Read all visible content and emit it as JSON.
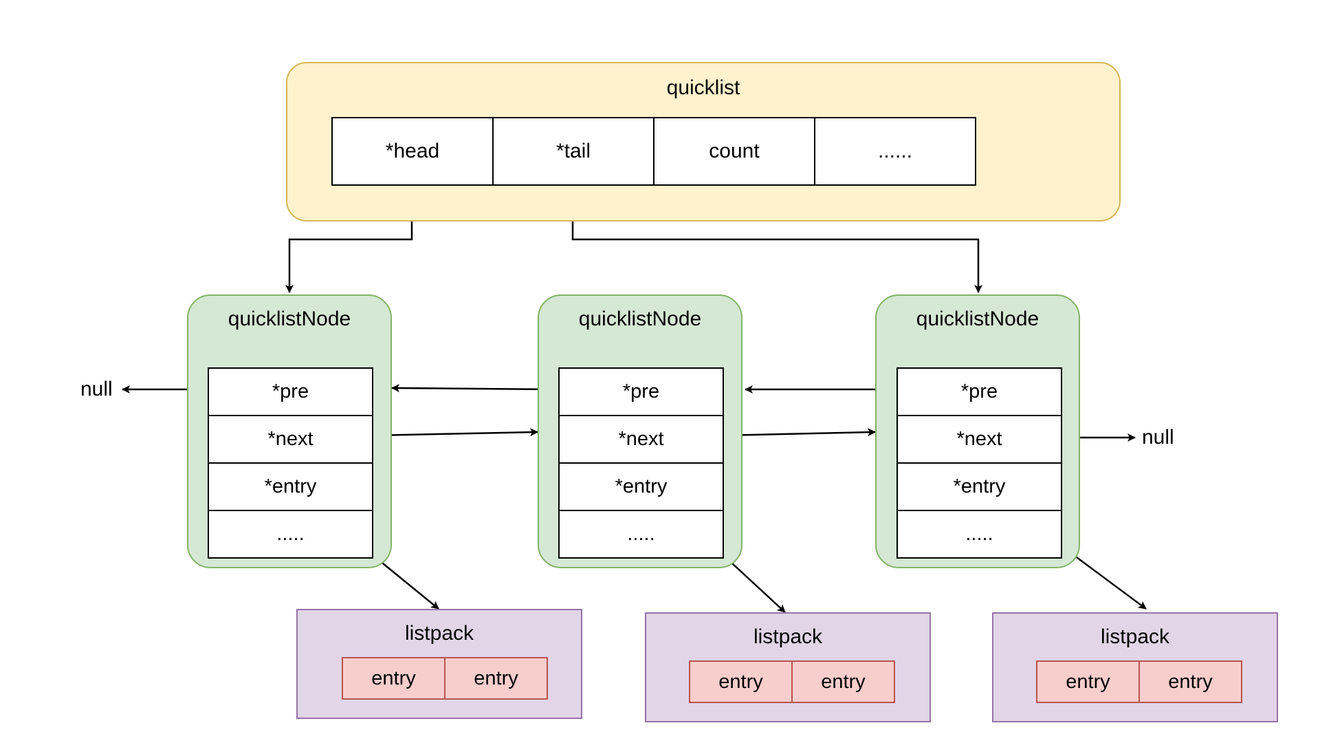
{
  "quicklist": {
    "title": "quicklist",
    "fields": [
      "*head",
      "*tail",
      "count",
      "......"
    ]
  },
  "nodes": [
    {
      "title": "quicklistNode",
      "fields": [
        "*pre",
        "*next",
        "*entry",
        "....."
      ]
    },
    {
      "title": "quicklistNode",
      "fields": [
        "*pre",
        "*next",
        "*entry",
        "....."
      ]
    },
    {
      "title": "quicklistNode",
      "fields": [
        "*pre",
        "*next",
        "*entry",
        "....."
      ]
    }
  ],
  "listpacks": [
    {
      "title": "listpack",
      "entries": [
        "entry",
        "entry"
      ]
    },
    {
      "title": "listpack",
      "entries": [
        "entry",
        "entry"
      ]
    },
    {
      "title": "listpack",
      "entries": [
        "entry",
        "entry"
      ]
    }
  ],
  "null_left": "null",
  "null_right": "null"
}
